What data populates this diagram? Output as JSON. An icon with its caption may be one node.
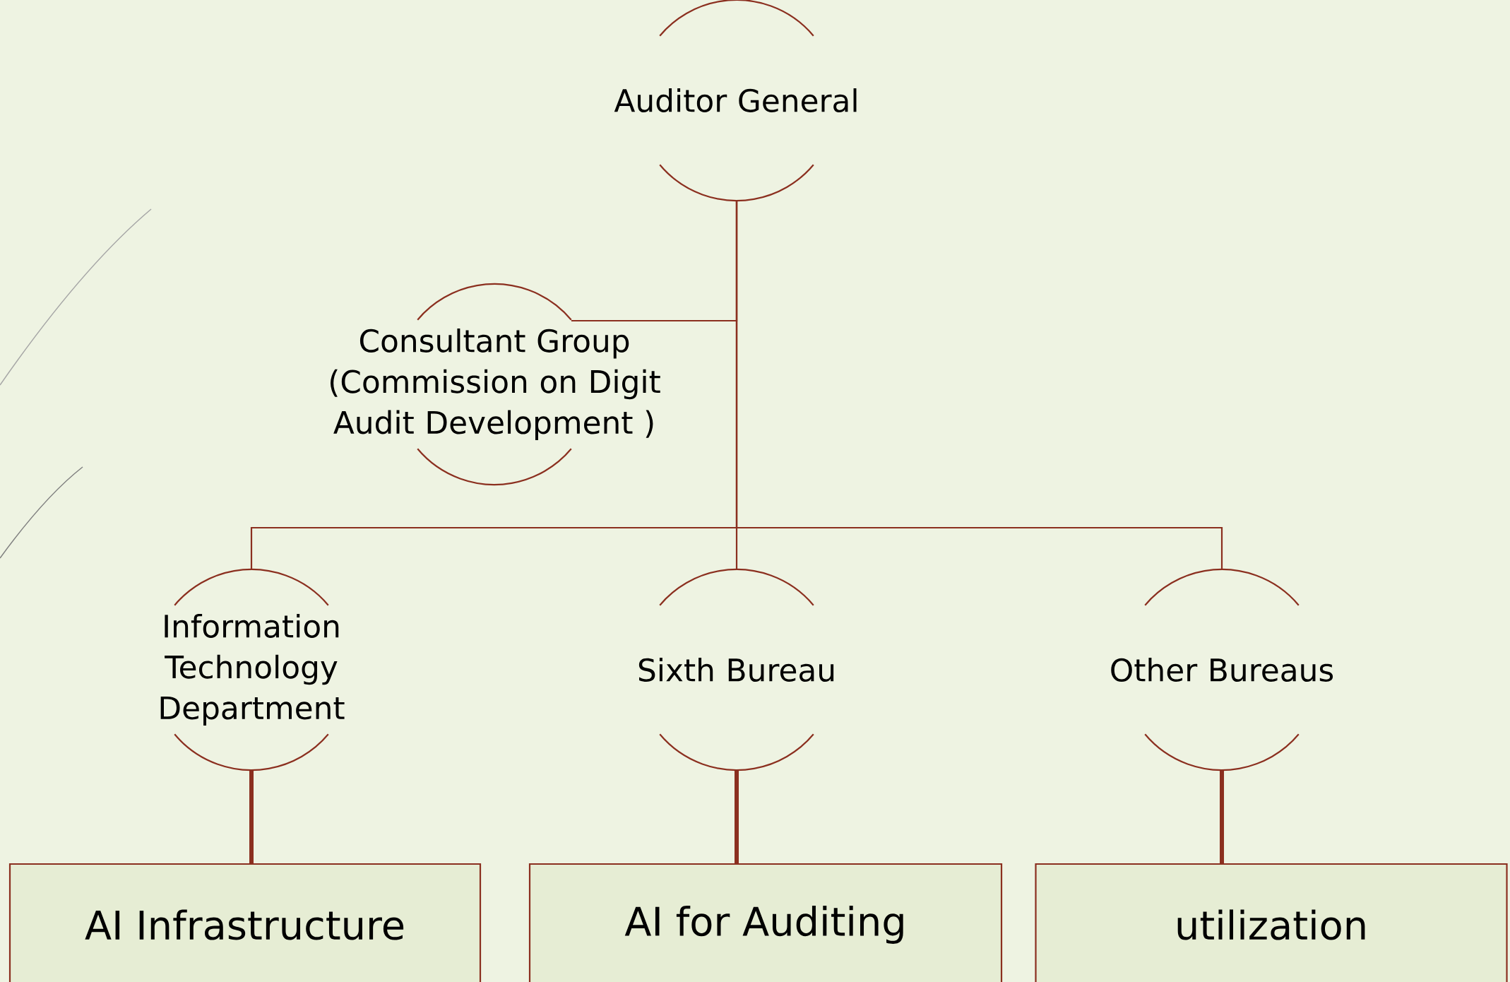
{
  "diagram": {
    "nodes": [
      {
        "text": [
          "Auditor General"
        ]
      },
      {
        "text": [
          "Consultant Group (Commission on Digit Audit Development )"
        ]
      },
      {
        "text": [
          "Information Technology Department"
        ]
      },
      {
        "text": [
          "Sixth Bureau"
        ]
      },
      {
        "text": [
          "Other Bureaus"
        ]
      },
      {
        "text": [
          "AI Infrastructure"
        ]
      },
      {
        "text": [
          "AI for Auditing"
        ]
      },
      {
        "text": [
          "utilization"
        ]
      }
    ],
    "edges": [
      {
        "from": 0,
        "to": 1,
        "arrow": "none"
      },
      {
        "from": 0,
        "to": 2,
        "arrow": "none"
      },
      {
        "from": 0,
        "to": 3,
        "arrow": "none"
      },
      {
        "from": 0,
        "to": 4,
        "arrow": "none"
      },
      {
        "from": 2,
        "to": 5,
        "arrow": "none",
        "style": "thick"
      },
      {
        "from": 3,
        "to": 6,
        "arrow": "none",
        "style": "thick"
      },
      {
        "from": 4,
        "to": 7,
        "arrow": "none",
        "style": "thick"
      }
    ]
  }
}
